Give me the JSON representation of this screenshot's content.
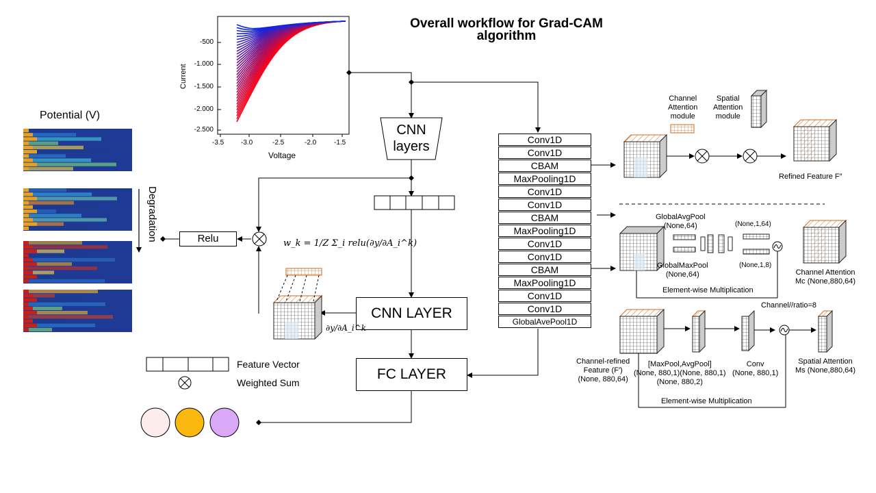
{
  "title_line1": "Overall workflow for Grad-CAM",
  "title_line2": "algorithm",
  "plot": {
    "ylabel": "Current",
    "xlabel": "Voltage",
    "yticks": [
      "-500",
      "-1.000",
      "-1.500",
      "-2.000",
      "-2.500"
    ],
    "xticks": [
      "-3.5",
      "-3.0",
      "-2.5",
      "-2.0",
      "-1.5"
    ]
  },
  "heatmaps": {
    "title": "Potential (V)",
    "degradation_label": "Degradation"
  },
  "cnn_layers_line1": "CNN",
  "cnn_layers_line2": "layers",
  "relu_label": "Relu",
  "cnn_layer_label": "CNN LAYER",
  "fc_layer_label": "FC LAYER",
  "weight_formula": "w_k = 1/Z Σ_i relu(∂y/∂A_i^k)",
  "gradient_label": "∂y/∂A_i^k",
  "legend": {
    "feature_vector": "Feature Vector",
    "weighted_sum": "Weighted Sum"
  },
  "output_colors": [
    "#fcecec",
    "#fbb80f",
    "#d9a9f7"
  ],
  "layers": [
    "Conv1D",
    "Conv1D",
    "CBAM",
    "MaxPooling1D",
    "Conv1D",
    "Conv1D",
    "CBAM",
    "MaxPooling1D",
    "Conv1D",
    "Conv1D",
    "CBAM",
    "MaxPooling1D",
    "Conv1D",
    "Conv1D",
    "GlobalAvePool1D"
  ],
  "cbam": {
    "channel_attention_module": "Channel\nAttention\nmodule",
    "spatial_attention_module": "Spatial\nAttention\nmodule",
    "refined_feature": "Refined Feature F″"
  },
  "channel_attention": {
    "global_avg_pool": "GlobalAvgPool\n(None,64)",
    "global_max_pool": "GlobalMaxPool\n(None,64)",
    "shape_1_64": "(None,1,64)",
    "shape_1_8": "(None,1,8)",
    "output": "Channel Attention\nMc (None,880,64)",
    "element_wise": "Element-wise Multiplication",
    "channel_ratio": "Channel//ratio=8"
  },
  "spatial_attention": {
    "channel_refined": "Channel-refined\nFeature (F′)\n(None, 880,64)",
    "maxpool_avgpool": "[MaxPool,AvgPool]\n(None, 880,1)(None, 880,1)\n(None, 880,2)",
    "conv": "Conv\n(None, 880,1)",
    "output": "Spatial Attention\nMs (None,880,64)",
    "element_wise": "Element-wise Multiplication"
  }
}
